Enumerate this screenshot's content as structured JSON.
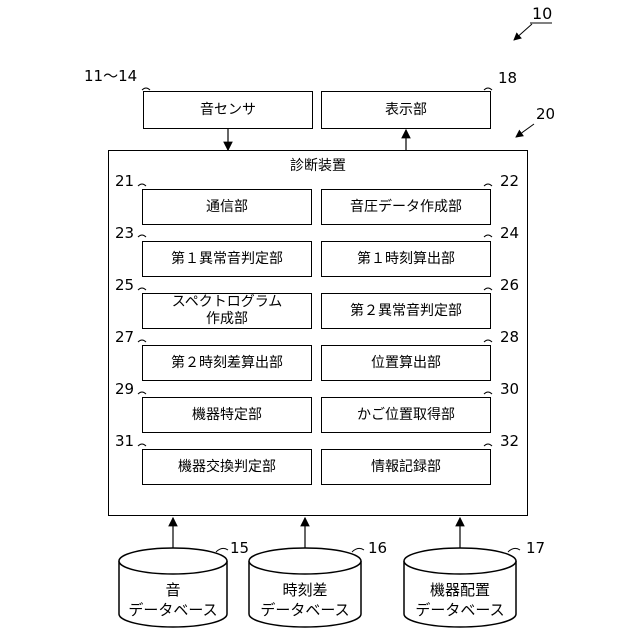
{
  "figure_number": "10",
  "top": {
    "sensor": {
      "label": "音センサ",
      "ref": "11〜14"
    },
    "display": {
      "label": "表示部",
      "ref": "18"
    }
  },
  "device": {
    "title": "診断装置",
    "ref": "20"
  },
  "modules": [
    {
      "label": "通信部",
      "ref": "21"
    },
    {
      "label": "音圧データ作成部",
      "ref": "22"
    },
    {
      "label": "第１異常音判定部",
      "ref": "23"
    },
    {
      "label": "第１時刻算出部",
      "ref": "24"
    },
    {
      "label": "スペクトログラム\n作成部",
      "ref": "25"
    },
    {
      "label": "第２異常音判定部",
      "ref": "26"
    },
    {
      "label": "第２時刻差算出部",
      "ref": "27"
    },
    {
      "label": "位置算出部",
      "ref": "28"
    },
    {
      "label": "機器特定部",
      "ref": "29"
    },
    {
      "label": "かご位置取得部",
      "ref": "30"
    },
    {
      "label": "機器交換判定部",
      "ref": "31"
    },
    {
      "label": "情報記録部",
      "ref": "32"
    }
  ],
  "databases": [
    {
      "label": "音\nデータベース",
      "ref": "15"
    },
    {
      "label": "時刻差\nデータベース",
      "ref": "16"
    },
    {
      "label": "機器配置\nデータベース",
      "ref": "17"
    }
  ]
}
